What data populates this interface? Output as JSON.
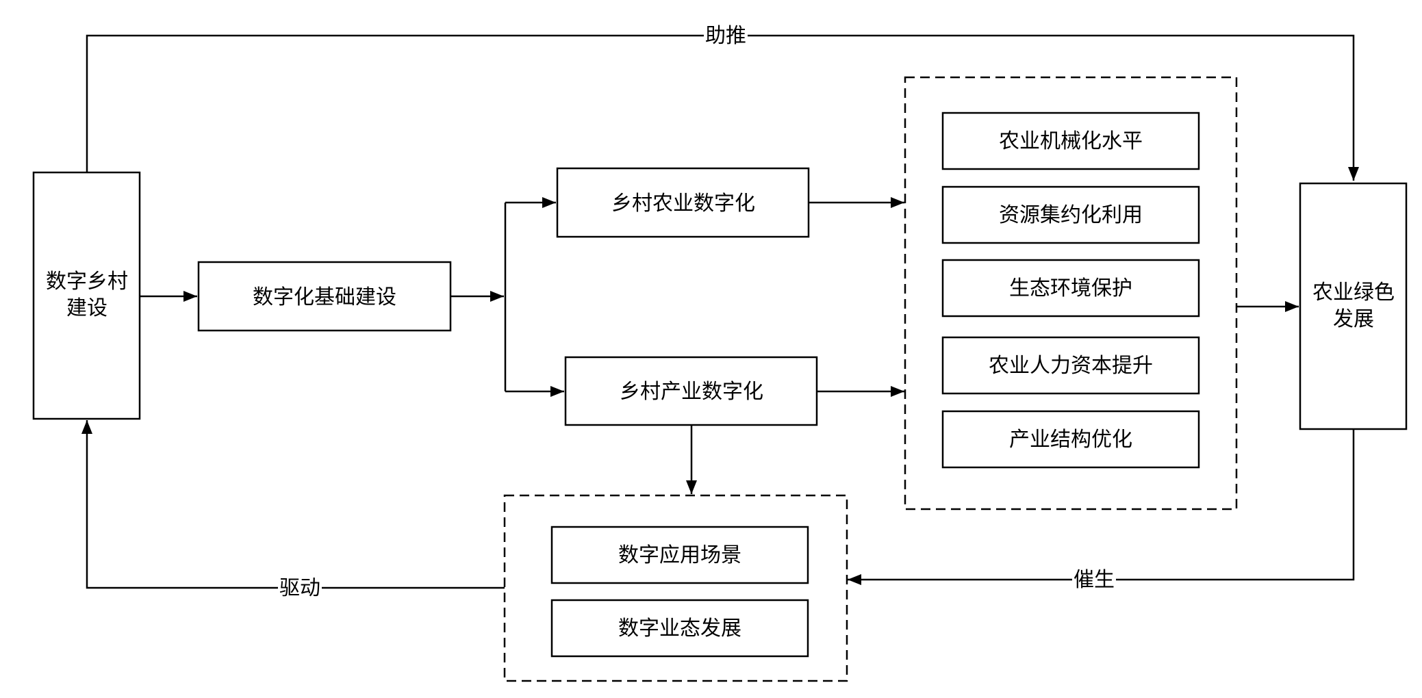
{
  "nodes": {
    "digital_village": {
      "line1": "数字乡村",
      "line2": "建设"
    },
    "infrastructure": "数字化基础建设",
    "agri_digitalization": "乡村农业数字化",
    "industry_digitalization": "乡村产业数字化",
    "green_development": {
      "line1": "农业绿色",
      "line2": "发展"
    }
  },
  "mechanism_group": {
    "items": [
      "农业机械化水平",
      "资源集约化利用",
      "生态环境保护",
      "农业人力资本提升",
      "产业结构优化"
    ]
  },
  "digital_group": {
    "items": [
      "数字应用场景",
      "数字业态发展"
    ]
  },
  "edge_labels": {
    "boost": "助推",
    "drive": "驱动",
    "catalyze": "催生"
  },
  "colors": {
    "stroke": "#000000",
    "background": "#ffffff"
  }
}
